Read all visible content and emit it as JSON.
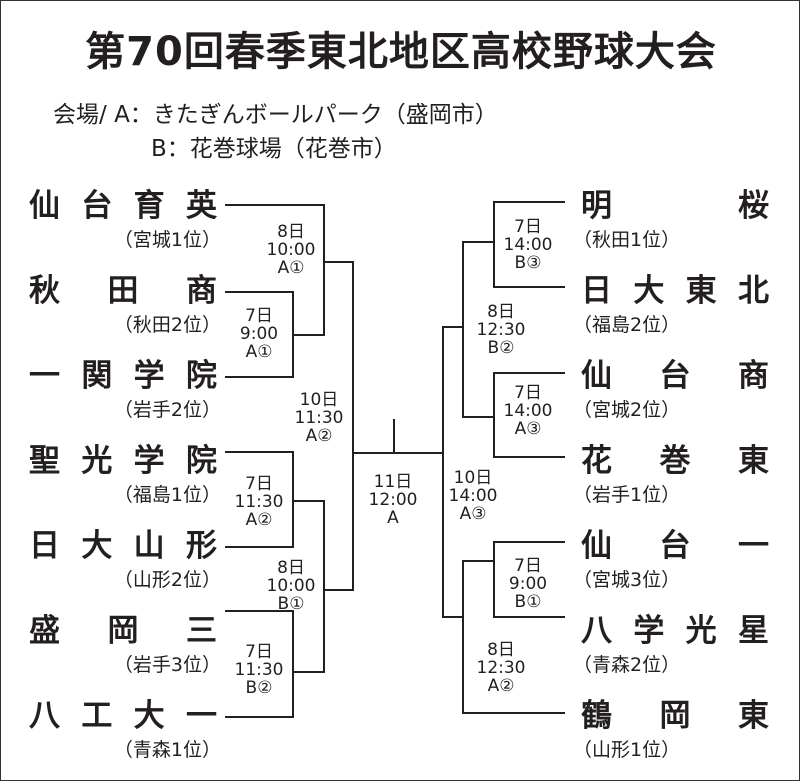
{
  "title": "第70回春季東北地区高校野球大会",
  "venues": {
    "label": "会場/",
    "a": "A：きたぎんボールパーク（盛岡市）",
    "b": "B：花巻球場（花巻市）"
  },
  "left_teams": [
    {
      "name": "仙台育英",
      "seed": "（宮城1位）"
    },
    {
      "name": "秋田商",
      "seed": "（秋田2位）"
    },
    {
      "name": "一関学院",
      "seed": "（岩手2位）"
    },
    {
      "name": "聖光学院",
      "seed": "（福島1位）"
    },
    {
      "name": "日大山形",
      "seed": "（山形2位）"
    },
    {
      "name": "盛岡三",
      "seed": "（岩手3位）"
    },
    {
      "name": "八工大一",
      "seed": "（青森1位）"
    }
  ],
  "right_teams": [
    {
      "name": "明桜",
      "seed": "（秋田1位）"
    },
    {
      "name": "日大東北",
      "seed": "（福島2位）"
    },
    {
      "name": "仙台商",
      "seed": "（宮城2位）"
    },
    {
      "name": "花巻東",
      "seed": "（岩手1位）"
    },
    {
      "name": "仙台一",
      "seed": "（宮城3位）"
    },
    {
      "name": "八学光星",
      "seed": "（青森2位）"
    },
    {
      "name": "鶴岡東",
      "seed": "（山形1位）"
    }
  ],
  "matches": [
    {
      "day": "8日",
      "time": "10:00",
      "venue": "A①"
    },
    {
      "day": "7日",
      "time": "9:00",
      "venue": "A①"
    },
    {
      "day": "10日",
      "time": "11:30",
      "venue": "A②"
    },
    {
      "day": "7日",
      "time": "11:30",
      "venue": "A②"
    },
    {
      "day": "8日",
      "time": "10:00",
      "venue": "B①"
    },
    {
      "day": "7日",
      "time": "11:30",
      "venue": "B②"
    },
    {
      "day": "11日",
      "time": "12:00",
      "venue": "A"
    },
    {
      "day": "7日",
      "time": "14:00",
      "venue": "B③"
    },
    {
      "day": "8日",
      "time": "12:30",
      "venue": "B②"
    },
    {
      "day": "7日",
      "time": "14:00",
      "venue": "A③"
    },
    {
      "day": "10日",
      "time": "14:00",
      "venue": "A③"
    },
    {
      "day": "7日",
      "time": "9:00",
      "venue": "B①"
    },
    {
      "day": "8日",
      "time": "12:30",
      "venue": "A②"
    }
  ]
}
